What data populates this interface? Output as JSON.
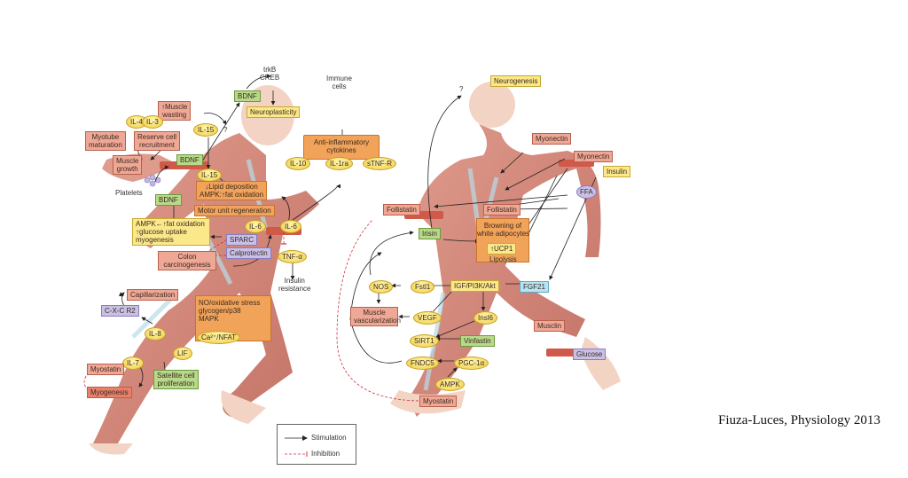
{
  "citation": "Fiuza-Luces, Physiology 2013",
  "legend": {
    "stimulation": "Stimulation",
    "inhibition": "Inhibition"
  },
  "colors": {
    "stimulation": "#222222",
    "inhibition": "#d03040",
    "myokine_box": "#f0a896",
    "effect_box": "#fbe88a",
    "neuro_box": "#b8d98a",
    "receptor_box": "#c9c0e6",
    "hormone_box": "#b8e4f2",
    "process_box": "#f2a35a",
    "skin": "#f3d3c4",
    "muscle": "#c46a5a"
  },
  "left_figure": {
    "trkb_creb": [
      "trkB",
      "CREB"
    ],
    "immune_cells": [
      "Immune",
      "cells"
    ],
    "bdnf_top": "BDNF",
    "neuroplasticity": "Neuroplasticity",
    "muscle_wasting": [
      "↑Muscle",
      "wasting"
    ],
    "il4": "IL-4",
    "il3": "IL-3",
    "il15_top": "IL-15",
    "question": "?",
    "myotube_maturation": [
      "Myotube",
      "maturation"
    ],
    "reserve_cell_recruitment": [
      "Reserve cell",
      "recruitment"
    ],
    "muscle_growth": [
      "Muscle",
      "growth"
    ],
    "bdnf_mid": "BDNF",
    "il15_mid": "IL-15",
    "platelets": "Platelets",
    "anti_inflammatory": [
      "Anti-inflammatory",
      "cytokines"
    ],
    "il10": "IL-10",
    "il1ra": "IL-1ra",
    "stnfr": "sTNF-R",
    "lipid_deposition": [
      "↓Lipid deposition",
      "AMPK:↑fat oxidation"
    ],
    "bdnf_low": "BDNF",
    "motor_unit_regeneration": "Motor unit regeneration",
    "ampk_box": [
      "AMPK←↑fat oxidation",
      "↑glucose uptake",
      "myogenesis"
    ],
    "il6_left": "IL-6",
    "il6_right": "IL-6",
    "sparc": "SPARC",
    "calprotectin": "Calprotectin",
    "colon_carcinogenesis": [
      "Colon",
      "carcinogenesis"
    ],
    "tnf_alpha": "TNF-α",
    "insulin_resistance": [
      "Insulin",
      "resistance"
    ],
    "capillarization": "Capillarization",
    "cxcr2": "C-X-C R2",
    "il8": "IL-8",
    "no_stress": [
      "NO/oxidative stress",
      "glycogen/p38",
      "MAPK"
    ],
    "ca_nfat": "Ca²⁺/NFAT",
    "lif": "LIF",
    "il7": "IL-7",
    "myostatin": "Myostatin",
    "myogenesis": "Myogenesis",
    "satellite_cell": [
      "Satellite cell",
      "proliferation"
    ]
  },
  "right_figure": {
    "question": "?",
    "neurogenesis": "Neurogenesis",
    "myonectin_1": "Myonectin",
    "myonectin_2": "Myonectin",
    "insulin": "Insulin",
    "ffa": "FFA",
    "follistatin_left": "Follistatin",
    "follistatin_right": "Follistatin",
    "browning": [
      "Browning of",
      "white adipocytes"
    ],
    "irisin": "Irisin",
    "ucp1": "↑UCP1",
    "lipolysis": "Lipolysis",
    "nos": "NOS",
    "fstl1": "Fstl1",
    "igf_pi3k_akt": "IGF/PI3K/Akt",
    "fgf21": "FGF21",
    "muscle_vascularization": [
      "Muscle",
      "vascularization"
    ],
    "vegf": "VEGF",
    "insl6": "Insl6",
    "musclin": "Musclin",
    "sirt1": "SIRT1",
    "vinfastin": "Vinfastin",
    "glucose": "Glucose",
    "fndc5": "FNDC5",
    "pgc1a": "PGC-1α",
    "ampk": "AMPK",
    "myostatin": "Myostatin"
  }
}
